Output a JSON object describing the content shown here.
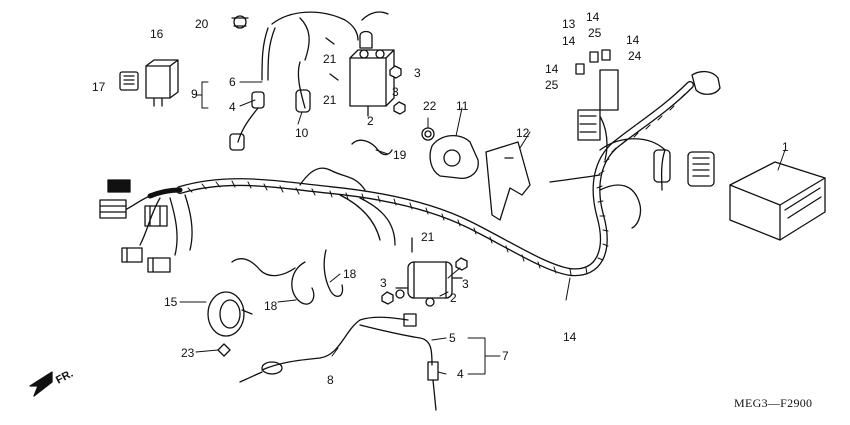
{
  "diagram": {
    "drawing_code": "MEG3—F2900",
    "direction_label": "FR.",
    "callouts": [
      {
        "id": "c1",
        "text": "1"
      },
      {
        "id": "c2a",
        "text": "2"
      },
      {
        "id": "c2b",
        "text": "2"
      },
      {
        "id": "c3a",
        "text": "3"
      },
      {
        "id": "c3b",
        "text": "3"
      },
      {
        "id": "c3c",
        "text": "3"
      },
      {
        "id": "c3d",
        "text": "3"
      },
      {
        "id": "c4a",
        "text": "4"
      },
      {
        "id": "c4b",
        "text": "4"
      },
      {
        "id": "c5",
        "text": "5"
      },
      {
        "id": "c6",
        "text": "6"
      },
      {
        "id": "c7",
        "text": "7"
      },
      {
        "id": "c8",
        "text": "8"
      },
      {
        "id": "c9",
        "text": "9"
      },
      {
        "id": "c10",
        "text": "10"
      },
      {
        "id": "c11",
        "text": "11"
      },
      {
        "id": "c12",
        "text": "12"
      },
      {
        "id": "c13",
        "text": "13"
      },
      {
        "id": "c14a",
        "text": "14"
      },
      {
        "id": "c14b",
        "text": "14"
      },
      {
        "id": "c14c",
        "text": "14"
      },
      {
        "id": "c14d",
        "text": "14"
      },
      {
        "id": "c14e",
        "text": "14"
      },
      {
        "id": "c15",
        "text": "15"
      },
      {
        "id": "c16",
        "text": "16"
      },
      {
        "id": "c17",
        "text": "17"
      },
      {
        "id": "c18a",
        "text": "18"
      },
      {
        "id": "c18b",
        "text": "18"
      },
      {
        "id": "c19",
        "text": "19"
      },
      {
        "id": "c20",
        "text": "20"
      },
      {
        "id": "c21a",
        "text": "21"
      },
      {
        "id": "c21b",
        "text": "21"
      },
      {
        "id": "c21c",
        "text": "21"
      },
      {
        "id": "c22",
        "text": "22"
      },
      {
        "id": "c23",
        "text": "23"
      },
      {
        "id": "c24",
        "text": "24"
      },
      {
        "id": "c25a",
        "text": "25"
      },
      {
        "id": "c25b",
        "text": "25"
      }
    ]
  }
}
